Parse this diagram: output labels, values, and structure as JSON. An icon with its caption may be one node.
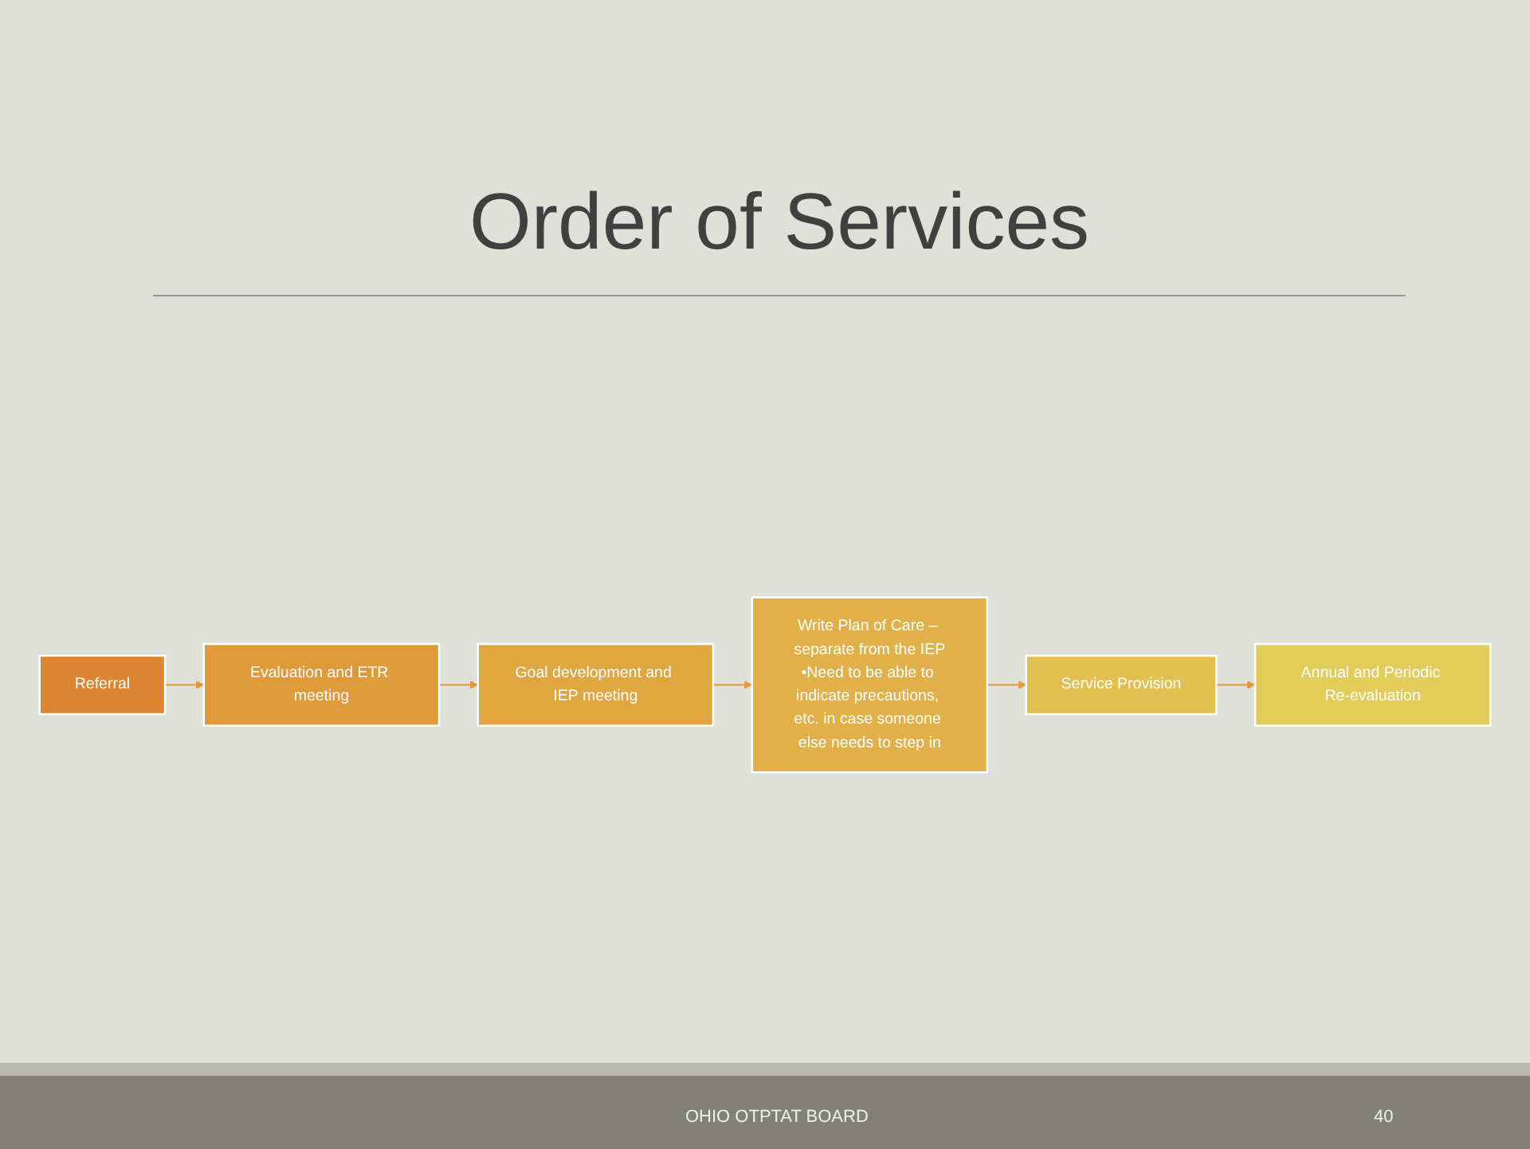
{
  "diagram": {
    "title": "Order of Services",
    "nodes": [
      {
        "text": [
          "Referral"
        ]
      },
      {
        "text": [
          "Evaluation and ETR meeting"
        ]
      },
      {
        "text": [
          "Goal development and IEP meeting"
        ]
      },
      {
        "text": [
          "Write Plan of Care – separate from the IEP",
          "•Need to be able to indicate precautions, etc. in case someone else needs to step in"
        ]
      },
      {
        "text": [
          "Service Provision"
        ]
      },
      {
        "text": [
          "Annual and Periodic Re-evaluation"
        ]
      }
    ],
    "edges": [
      {
        "from": 0,
        "to": 1,
        "arrow": "to"
      },
      {
        "from": 1,
        "to": 2,
        "arrow": "to"
      },
      {
        "from": 2,
        "to": 3,
        "arrow": "to"
      },
      {
        "from": 3,
        "to": 4,
        "arrow": "to"
      },
      {
        "from": 4,
        "to": 5,
        "arrow": "to"
      }
    ],
    "labels": [
      "OHIO OTPTAT BOARD",
      "40"
    ]
  }
}
